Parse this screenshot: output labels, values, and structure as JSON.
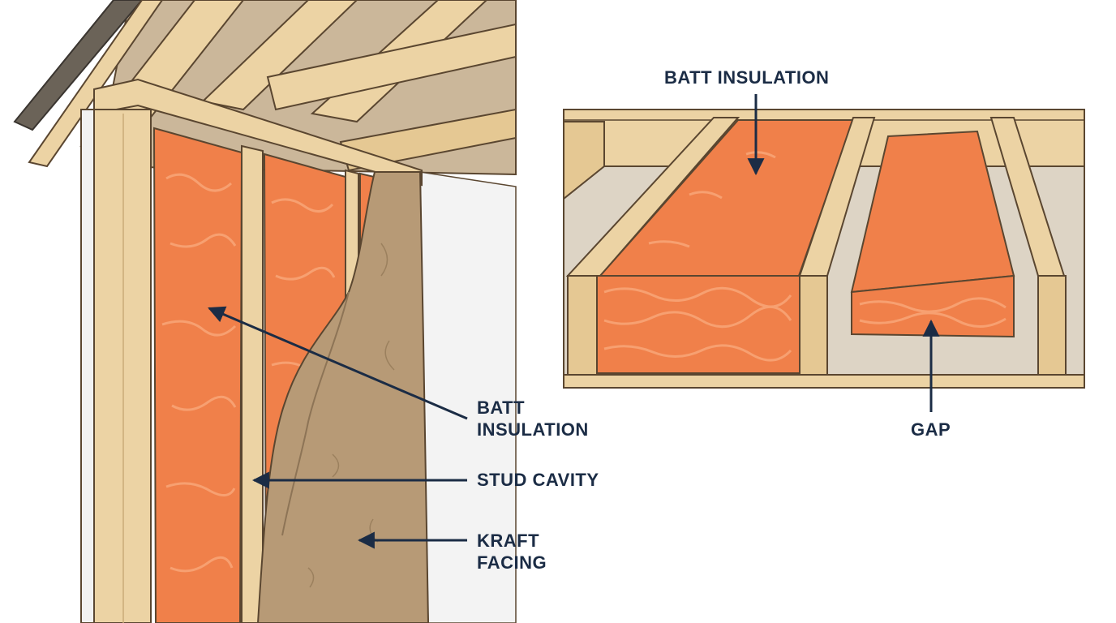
{
  "labels": {
    "wall_batt_line1": "BATT",
    "wall_batt_line2": "INSULATION",
    "stud_cavity": "STUD CAVITY",
    "kraft_line1": "KRAFT",
    "kraft_line2": "FACING",
    "floor_batt": "BATT INSULATION",
    "gap": "GAP"
  },
  "colors": {
    "insulation": "#f0804a",
    "lumber": "#ecd3a4",
    "kraft": "#b79a76",
    "label_ink": "#1b2c45",
    "outline": "#5a4630"
  }
}
